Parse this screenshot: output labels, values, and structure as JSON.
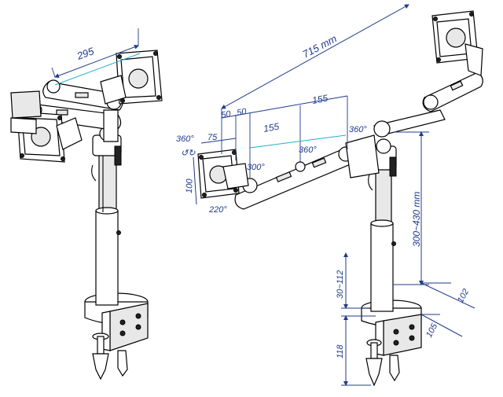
{
  "labels": {
    "left_width": "295",
    "span": "715 mm",
    "seg_a": "50",
    "seg_b": "50",
    "seg_c": "155",
    "seg_d": "155",
    "vesa_w": "75",
    "vesa_h": "100",
    "rot_360_left": "360°",
    "rot_300": "300°",
    "rot_360_mid": "360°",
    "rot_360_right": "360°",
    "tilt_220": "220°",
    "pole_height": "300~430 mm",
    "clamp_range": "30~112",
    "clamp_height": "118",
    "base_102": "102",
    "base_105": "105"
  },
  "colors": {
    "dimension": "#1f3a8a",
    "guide": "#19b3c9",
    "outline": "#000000"
  }
}
